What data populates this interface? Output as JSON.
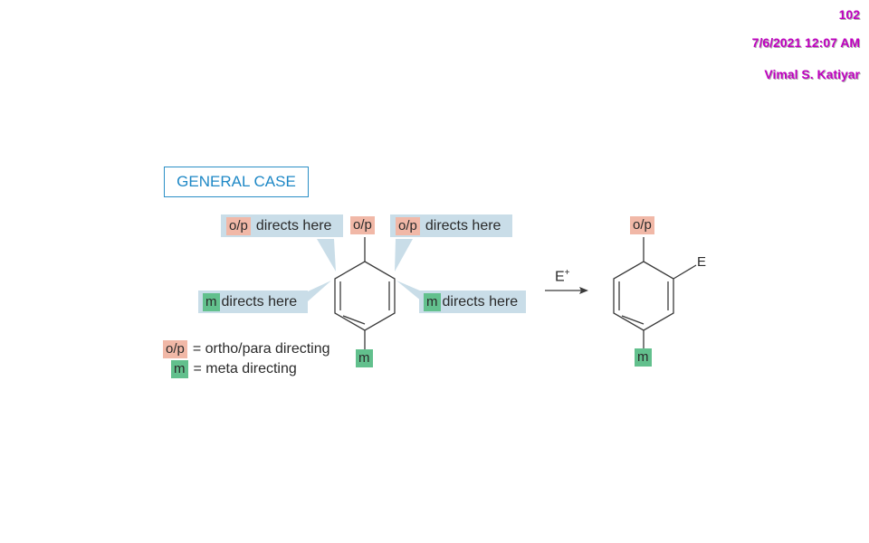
{
  "header": {
    "slide_number": "102",
    "date": "7/6/2021 12:07 AM",
    "author": "Vimal S. Katiyar"
  },
  "diagram": {
    "case_title": "GENERAL CASE",
    "op_tag": "o/p",
    "m_tag": "m",
    "op_directs_label": "directs here",
    "m_directs_label": "directs here",
    "reagent": "E",
    "reagent_charge": "+",
    "product_substituent": "E",
    "legend": {
      "op_meaning": "= ortho/para directing",
      "m_meaning": "= meta directing"
    }
  },
  "colors": {
    "op_tag_bg": "#f1b8a7",
    "m_tag_bg": "#62c08d",
    "callout_bg": "#c9dde8",
    "meta_text": "#c000c0",
    "title_blue": "#1e88c6"
  }
}
